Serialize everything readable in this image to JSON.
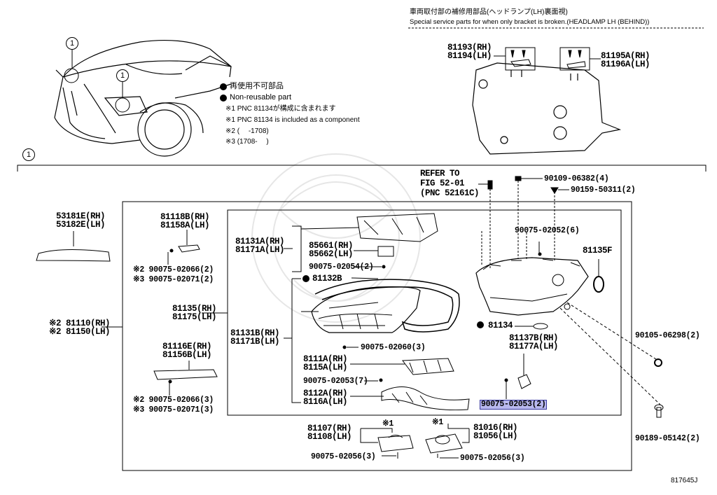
{
  "figure_id": "817645J",
  "callout_label": "1",
  "legend": {
    "line1_jp": "再使用不可部品",
    "line2_en": "Non-reusable part",
    "line3_jp": "※1 PNC 81134が構成に含まれます",
    "line4_en": "※1 PNC 81134 is included as a component",
    "line5": "※2 (　 -1708)",
    "line6": "※3 (1708-　 )"
  },
  "special_service": {
    "title_jp": "車両取付部の補修用部品(ヘッドランプ(LH)裏面視)",
    "title_en": "Special service parts for when only bracket is broken.(HEADLAMP LH (BEHIND))",
    "part_a": "81193(RH)\n81194(LH)",
    "part_b": "81195A(RH)\n81196A(LH)"
  },
  "parts": {
    "p53181": "53181E(RH)\n53182E(LH)",
    "p81110": "※2 81110(RH)\n※2 81150(LH)",
    "p81118": "81118B(RH)\n81158A(LH)",
    "p81118_s1": "※2 90075-02066(2)",
    "p81118_s2": "※3 90075-02071(2)",
    "p81135": "81135(RH)\n81175(LH)",
    "p81116": "81116E(RH)\n81156B(LH)",
    "p81116_s1": "※2 90075-02066(3)",
    "p81116_s2": "※3 90075-02071(3)",
    "p81131a": "81131A(RH)\n81171A(LH)",
    "p85661": "85661(RH)\n85662(LH)",
    "p90075_54": "90075-02054(2)",
    "p81132b": "81132B",
    "p81131b": "81131B(RH)\n81171B(LH)",
    "p90075_60": "90075-02060(3)",
    "p8111a": "8111A(RH)\n8115A(LH)",
    "p90075_53a": "90075-02053(7)",
    "p8112a": "8112A(RH)\n8116A(LH)",
    "refer": "REFER TO\nFIG 52-01\n(PNC 52161C)",
    "p90109": "90109-06382(4)",
    "p90159": "90159-50311(2)",
    "p90075_52": "90075-02052(6)",
    "p81135f": "81135F",
    "p81134": "81134",
    "p81137b": "81137B(RH)\n81177A(LH)",
    "p90075_53b": "90075-02053(2)",
    "p90105": "90105-06298(2)",
    "p90189": "90189-05142(2)",
    "p81107": "81107(RH)\n81108(LH)",
    "p81107_note": "※1",
    "p81016": "81016(RH)\n81056(LH)",
    "p81016_note": "※1",
    "p90075_56a": "90075-02056(3)",
    "p90075_56b": "90075-02056(3)"
  }
}
